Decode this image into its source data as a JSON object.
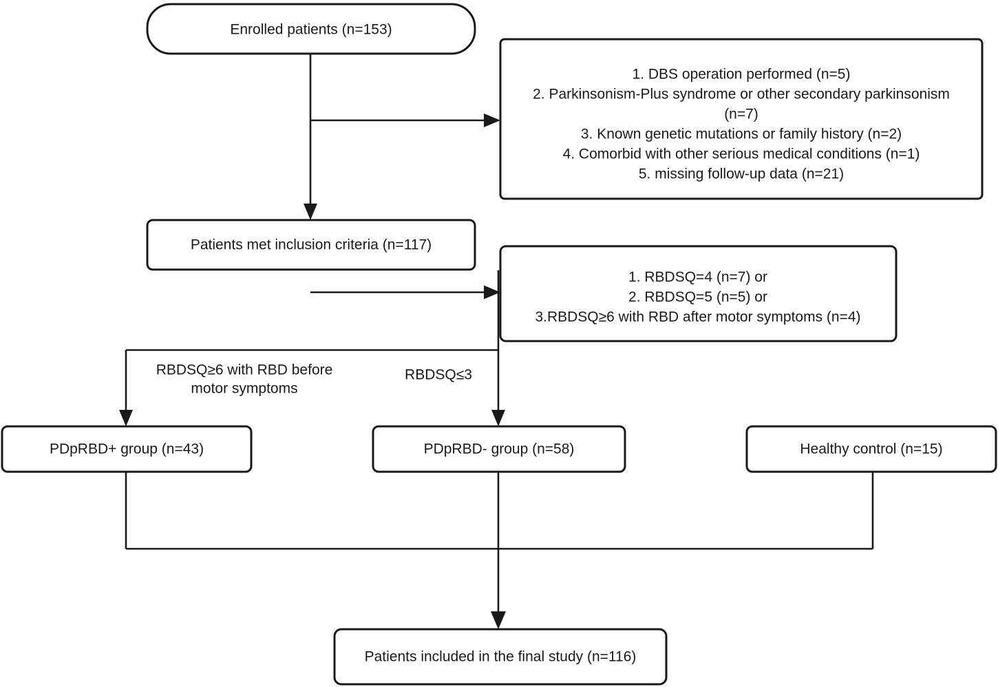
{
  "diagram": {
    "title": "Study participant flow diagram",
    "type": "flowchart",
    "line_color": "#1a1a1a",
    "box_fill": "#ffffff",
    "background": "#ffffff"
  },
  "nodes": {
    "enrolled": {
      "label": "Enrolled patients  (n=153)",
      "count": 153
    },
    "excluded_initial": {
      "lines": [
        "1. DBS operation performed (n=5)",
        "2. Parkinsonism-Plus syndrome or other secondary parkinsonism",
        "(n=7)",
        "3. Known genetic mutations or family history (n=2)",
        "4. Comorbid with other serious medical conditions (n=1)",
        "5. missing follow-up data (n=21)"
      ]
    },
    "inclusion": {
      "label": "Patients met inclusion criteria (n=117)",
      "count": 117
    },
    "excluded_rbdsq": {
      "lines": [
        "1. RBDSQ=4 (n=7) or",
        "2. RBDSQ=5 (n=5) or",
        "3.RBDSQ≥6 with RBD after motor symptoms  (n=4)"
      ]
    },
    "pd_rbd_pos": {
      "label": "PDpRBD+ group (n=43)",
      "count": 43
    },
    "pd_rbd_neg": {
      "label": "PDpRBD- group (n=58)",
      "count": 58
    },
    "healthy_control": {
      "label": "Healthy control (n=15)",
      "count": 15
    },
    "final_study": {
      "label": "Patients included in the final study (n=116)",
      "count": 116
    }
  },
  "edge_labels": {
    "left_branch_line1": "RBDSQ≥6 with RBD before",
    "left_branch_line2": "motor symptoms",
    "right_branch": "RBDSQ≤3"
  }
}
